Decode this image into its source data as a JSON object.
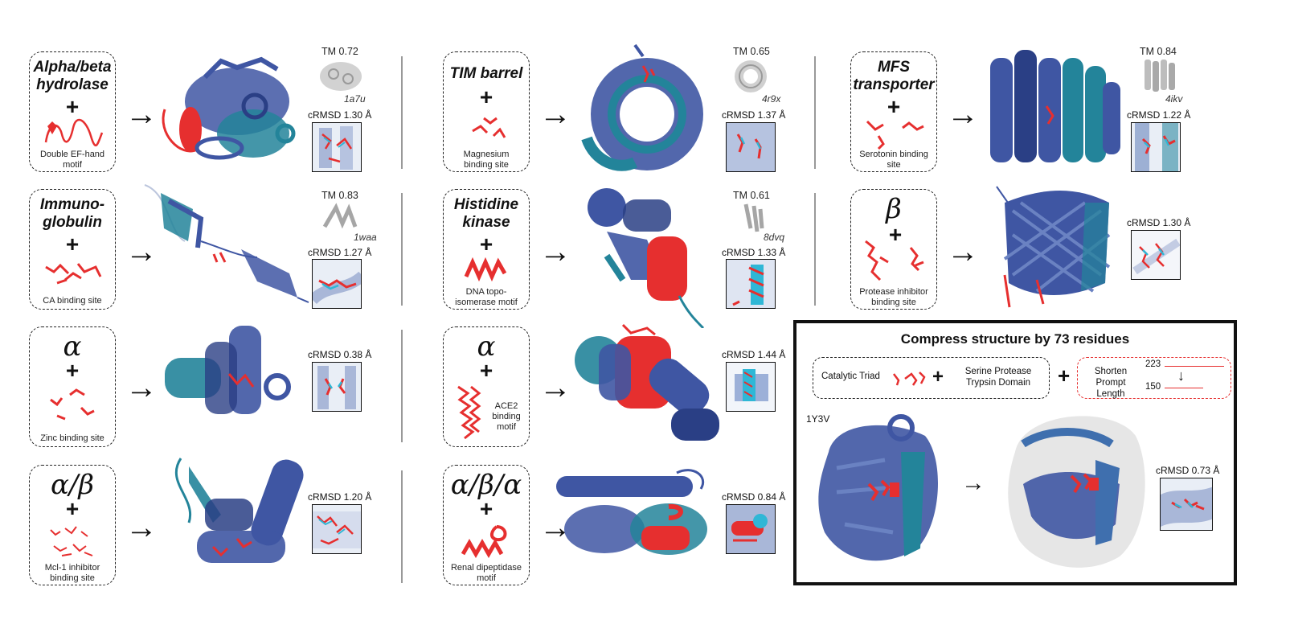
{
  "colors": {
    "dark_blue": "#3f56a3",
    "teal": "#23849a",
    "red": "#e62f2f",
    "cyan": "#2fb7d6",
    "gray": "#bcbcbc"
  },
  "panels": [
    {
      "title": "Alpha/beta hydrolase",
      "title_lines": [
        "Alpha/beta",
        "hydrolase"
      ],
      "motif_lines": [
        "Double EF-hand",
        "motif"
      ],
      "tm": "TM 0.72",
      "pdb": "1a7u",
      "crmsd": "cRMSD 1.30 Å"
    },
    {
      "title": "TIM barrel",
      "title_lines": [
        "TIM barrel"
      ],
      "motif_lines": [
        "Magnesium",
        "binding site"
      ],
      "tm": "TM 0.65",
      "pdb": "4r9x",
      "crmsd": "cRMSD 1.37 Å"
    },
    {
      "title": "MFS transporter",
      "title_lines": [
        "MFS",
        "transporter"
      ],
      "motif_lines": [
        "Serotonin binding",
        "site"
      ],
      "tm": "TM 0.84",
      "pdb": "4ikv",
      "crmsd": "cRMSD 1.22 Å"
    },
    {
      "title": "Immunoglobulin",
      "title_lines": [
        "Immuno-",
        "globulin"
      ],
      "motif_lines": [
        "CA binding site"
      ],
      "tm": "TM 0.83",
      "pdb": "1waa",
      "crmsd": "cRMSD 1.27 Å"
    },
    {
      "title": "Histidine kinase",
      "title_lines": [
        "Histidine",
        "kinase"
      ],
      "motif_lines": [
        "DNA topo-",
        "isomerase motif"
      ],
      "tm": "TM 0.61",
      "pdb": "8dvq",
      "crmsd": "cRMSD 1.33 Å"
    },
    {
      "greek": "β",
      "motif_lines": [
        "Protease inhibitor",
        "binding site"
      ],
      "crmsd": "cRMSD 1.30 Å"
    },
    {
      "greek": "α",
      "motif_lines": [
        "Zinc binding site"
      ],
      "crmsd": "cRMSD 0.38 Å"
    },
    {
      "greek": "α",
      "motif_lines": [
        "ACE2",
        "binding",
        "motif"
      ],
      "crmsd": "cRMSD 1.44 Å"
    },
    {
      "greek": "α/β",
      "motif_lines": [
        "Mcl-1 inhibitor",
        "binding site"
      ],
      "crmsd": "cRMSD 1.20 Å"
    },
    {
      "greek": "α/β/α",
      "motif_lines": [
        "Renal dipeptidase",
        "motif"
      ],
      "crmsd": "cRMSD 0.84 Å"
    }
  ],
  "plus": "+",
  "arrow": "→",
  "down_arrow": "↓",
  "compress": {
    "title": "Compress structure by 73 residues",
    "catalytic": "Catalytic Triad",
    "serine_lines": [
      "Serine Protease",
      "Trypsin Domain"
    ],
    "shorten_lines": [
      "Shorten",
      "Prompt Length"
    ],
    "from_len": "223",
    "to_len": "150",
    "pdb": "1Y3V",
    "crmsd": "cRMSD 0.73 Å"
  }
}
